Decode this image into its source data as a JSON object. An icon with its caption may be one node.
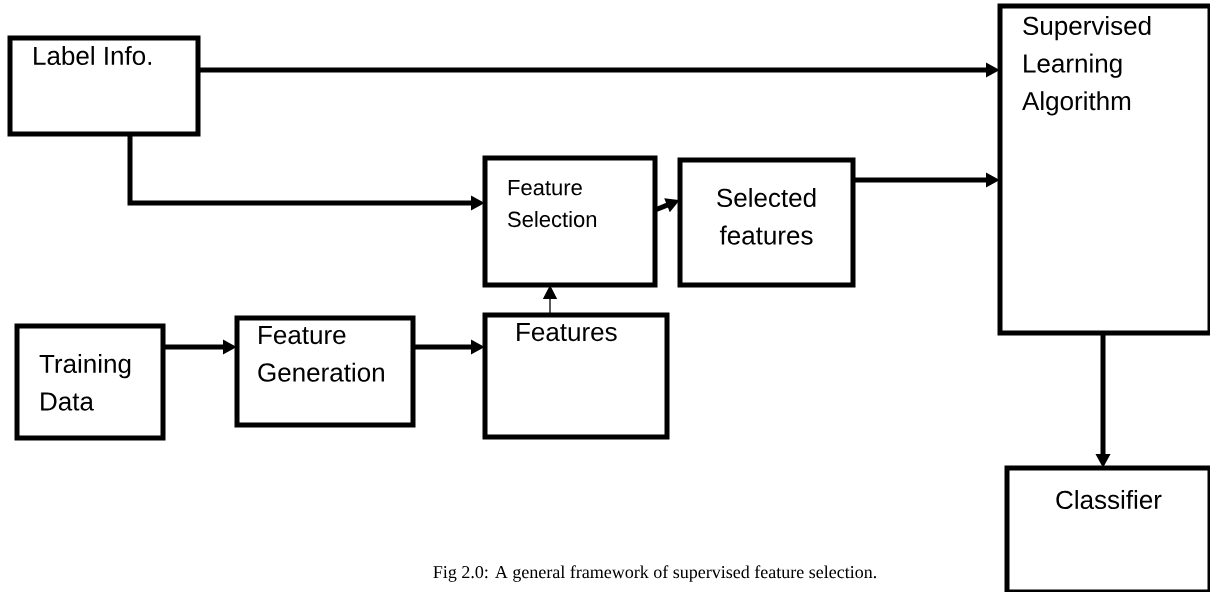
{
  "diagram": {
    "caption": "Fig 2.0: A general framework of supervised feature selection.",
    "nodes": [
      {
        "text": [
          "Label Info."
        ]
      },
      {
        "text": [
          "Supervised Learning Algorithm"
        ]
      },
      {
        "text": [
          "Feature Selection"
        ]
      },
      {
        "text": [
          "Selected features"
        ]
      },
      {
        "text": [
          "Training Data"
        ]
      },
      {
        "text": [
          "Feature Generation"
        ]
      },
      {
        "text": [
          "Features"
        ]
      },
      {
        "text": [
          "Classifier"
        ]
      }
    ],
    "edges": [
      {
        "from": 0,
        "to": 1,
        "arrow": "to"
      },
      {
        "from": 0,
        "to": 2,
        "arrow": "to"
      },
      {
        "from": 2,
        "to": 3,
        "arrow": "to"
      },
      {
        "from": 3,
        "to": 1,
        "arrow": "to"
      },
      {
        "from": 4,
        "to": 5,
        "arrow": "to"
      },
      {
        "from": 5,
        "to": 6,
        "arrow": "to"
      },
      {
        "from": 6,
        "to": 2,
        "arrow": "to"
      },
      {
        "from": 1,
        "to": 7,
        "arrow": "to"
      }
    ]
  }
}
